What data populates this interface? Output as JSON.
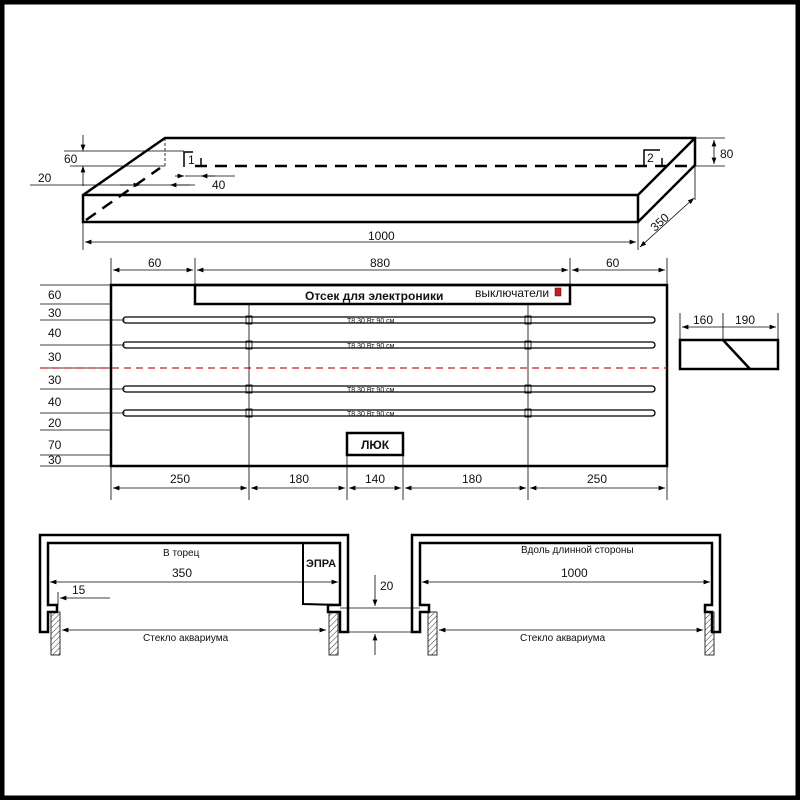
{
  "iso_view": {
    "dim_height_left": "60",
    "dim_offset": "20",
    "dim_gap": "40",
    "dim_length": "1000",
    "dim_depth": "350",
    "dim_height_right": "80",
    "marker_1": "1",
    "marker_2": "2"
  },
  "top_view": {
    "top_dims": [
      "60",
      "880",
      "60"
    ],
    "left_dims": [
      "60",
      "30",
      "40",
      "30",
      "30",
      "40",
      "20",
      "70",
      "30"
    ],
    "bottom_dims": [
      "250",
      "180",
      "140",
      "180",
      "250"
    ],
    "electronics_label": "Отсек для электроники",
    "switches_label": "выключатели",
    "lamp_label": "T8 30 Вт 90 см",
    "hatch_label": "ЛЮК",
    "switch_color": "#c0202a",
    "centerline_color": "#c0202a"
  },
  "side_profile": {
    "dims": [
      "160",
      "190"
    ]
  },
  "end_section": {
    "title": "В торец",
    "width": "350",
    "lip": "15",
    "ballast_label": "ЭПРА",
    "glass_label": "Стекло аквариума",
    "dim_drop": "20"
  },
  "long_section": {
    "title": "Вдоль длинной стороны",
    "width": "1000",
    "glass_label": "Стекло аквариума"
  }
}
